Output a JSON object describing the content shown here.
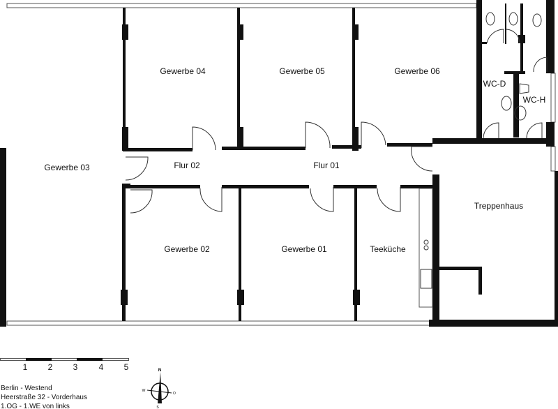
{
  "rooms": {
    "gewerbe03": "Gewerbe 03",
    "gewerbe04": "Gewerbe 04",
    "gewerbe05": "Gewerbe 05",
    "gewerbe06": "Gewerbe 06",
    "flur02": "Flur 02",
    "flur01": "Flur 01",
    "gewerbe02": "Gewerbe 02",
    "gewerbe01": "Gewerbe 01",
    "teekueche": "Teeküche",
    "treppenhaus": "Treppenhaus",
    "wcd": "WC-D",
    "wch": "WC-H"
  },
  "scale_bar": {
    "ticks": [
      "1",
      "2",
      "3",
      "4",
      "5"
    ]
  },
  "info": {
    "line1": "Berlin - Westend",
    "line2": "Heerstraße 32 - Vorderhaus",
    "line3": "1.OG - 1.WE von links"
  },
  "compass": {
    "n": "N",
    "s": "S",
    "w": "W",
    "o": "O"
  }
}
